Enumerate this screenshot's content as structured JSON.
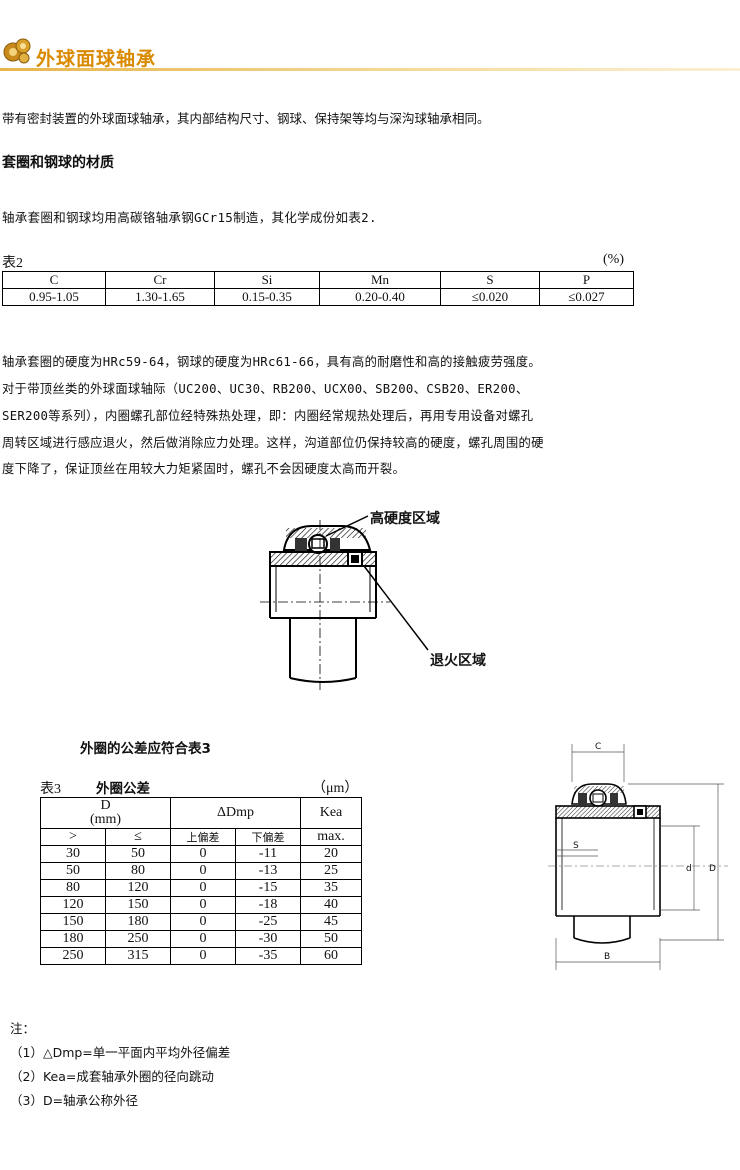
{
  "header": {
    "title": "外球面球轴承"
  },
  "intro": "带有密封装置的外球面球轴承，其内部结构尺寸、钢球、保持架等均与深沟球轴承相同。",
  "material_title": "套圈和钢球的材质",
  "material_text": "轴承套圈和钢球均用高碳铬轴承钢GCr15制造，其化学成份如表2.",
  "table2": {
    "caption": "表2",
    "unit": "(%)",
    "headers": [
      "C",
      "Cr",
      "Si",
      "Mn",
      "S",
      "P"
    ],
    "values": [
      "0.95-1.05",
      "1.30-1.65",
      "0.15-0.35",
      "0.20-0.40",
      "≤0.020",
      "≤0.027"
    ]
  },
  "hardness_lines": [
    "轴承套圈的硬度为HRc59-64，钢球的硬度为HRc61-66，具有高的耐磨性和高的接触疲劳强度。",
    "对于带顶丝类的外球面球轴际（UC200、UC30、RB200、UCX00、SB200、CSB20、ER200、",
    "SER200等系列），内圈螺孔部位经特殊热处理，即：内圈经常规热处理后，再用专用设备对螺孔",
    "周转区域进行感应退火，然后做消除应力处理。这样，沟道部位仍保持较高的硬度，螺孔周围的硬",
    "度下降了，保证顶丝在用较大力矩紧固时，螺孔不会因硬度太高而开裂。"
  ],
  "diagram1": {
    "label_high": "高硬度区域",
    "label_anneal": "退火区域"
  },
  "table3_intro": "外圈的公差应符合表3",
  "table3": {
    "caption": "表3",
    "title": "外圈公差",
    "unit": "（μm）",
    "header_D": "D",
    "header_D_unit": "(mm)",
    "header_dmp": "ΔDmp",
    "header_kea": "Kea",
    "sub_gt": ">",
    "sub_le": "≤",
    "sub_upper": "上偏差",
    "sub_lower": "下偏差",
    "sub_max": "max.",
    "rows": [
      [
        "30",
        "50",
        "0",
        "-11",
        "20"
      ],
      [
        "50",
        "80",
        "0",
        "-13",
        "25"
      ],
      [
        "80",
        "120",
        "0",
        "-15",
        "35"
      ],
      [
        "120",
        "150",
        "0",
        "-18",
        "40"
      ],
      [
        "150",
        "180",
        "0",
        "-25",
        "45"
      ],
      [
        "180",
        "250",
        "0",
        "-30",
        "50"
      ],
      [
        "250",
        "315",
        "0",
        "-35",
        "60"
      ]
    ]
  },
  "diagram2": {
    "label_C": "C",
    "label_S": "S",
    "label_B": "B",
    "label_d": "d",
    "label_D": "D"
  },
  "notes": {
    "title": "注：",
    "items": [
      "（1）△Dmp=单一平面内平均外径偏差",
      "（2）Kea=成套轴承外圈的径向跳动",
      "（3）D=轴承公称外径"
    ]
  }
}
